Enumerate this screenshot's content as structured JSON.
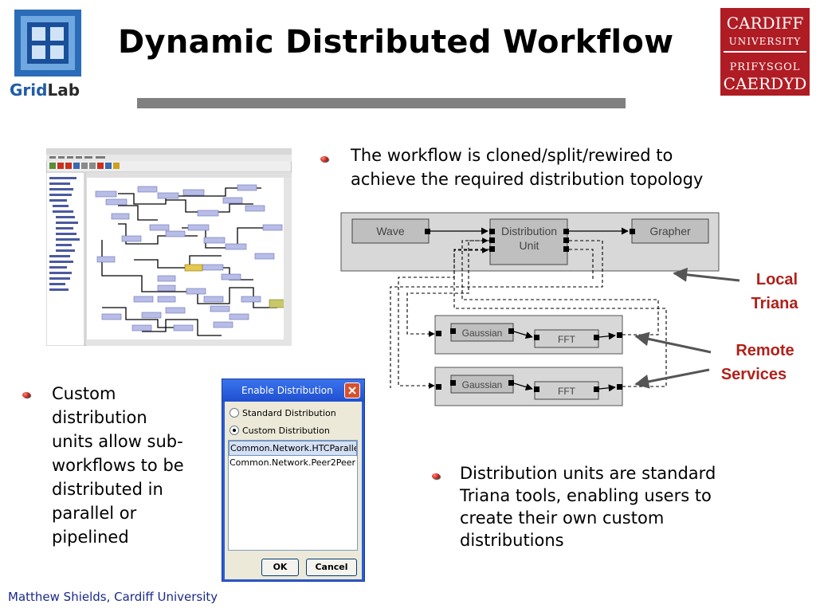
{
  "slide": {
    "title": "Dynamic Distributed Workflow",
    "footer": "Matthew Shields, Cardiff University"
  },
  "logos": {
    "gridlab": {
      "part1": "Grid",
      "part2": "Lab"
    },
    "cardiff": {
      "line1": "CARDIFF",
      "line2": "UNIVERSITY",
      "line3": "PRIFYSGOL",
      "line4": "CAERDYD"
    }
  },
  "bullets": [
    {
      "lines": [
        "The workflow is cloned/split/rewired to",
        "achieve the required distribution topology"
      ]
    },
    {
      "lines": [
        "Custom",
        "distribution",
        "units allow sub-",
        "workflows to be",
        "distributed in",
        "parallel or",
        "pipelined"
      ]
    },
    {
      "lines": [
        "Distribution units are standard",
        "Triana tools, enabling users to",
        "create their own custom",
        "distributions"
      ]
    }
  ],
  "dialog": {
    "title": "Enable Distribution",
    "option_standard": "Standard Distribution",
    "option_custom": "Custom Distribution",
    "selected_option": "custom",
    "list_items": [
      "Common.Network.HTCParallel",
      "Common.Network.Peer2Peer"
    ],
    "ok_label": "OK",
    "cancel_label": "Cancel"
  },
  "diagram": {
    "wave": "Wave",
    "distribution_unit_line1": "Distribution",
    "distribution_unit_line2": "Unit",
    "grapher": "Grapher",
    "gaussian": "Gaussian",
    "fft": "FFT",
    "local_line1": "Local",
    "local_line2": "Triana",
    "remote_line1": "Remote",
    "remote_line2": "Services"
  },
  "colors": {
    "title_rule": "#808080",
    "label_red": "#b0211a",
    "footer_blue": "#1a2a8a",
    "cardiff_red": "#b01c24",
    "gridlab_blue": "#1f5ca8"
  }
}
